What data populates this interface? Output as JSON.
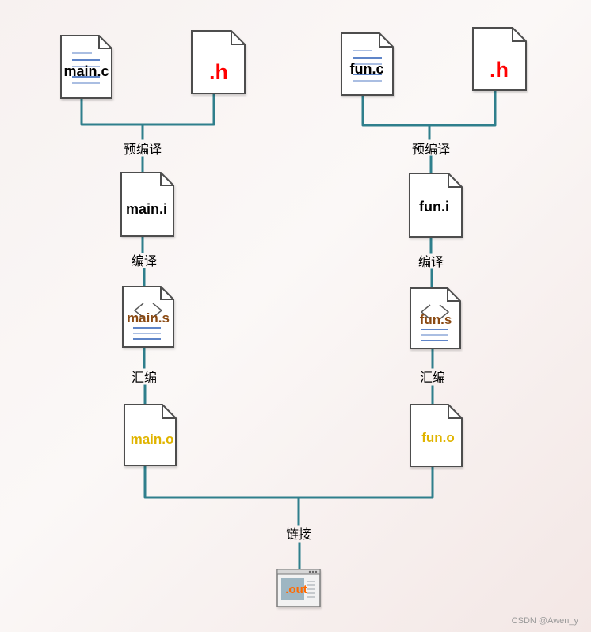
{
  "colors": {
    "connector": "#2f7f8c",
    "file_border": "#4d4d4d",
    "file_fill": "#ffffff",
    "text_dark": "#000000",
    "header_h": "#ff0000",
    "assembly_s": "#8a4a13",
    "object_o": "#e0b400",
    "exe_out": "#ff6a00"
  },
  "steps": {
    "preprocess": "预编译",
    "compile": "编译",
    "assemble": "汇编",
    "link": "链接"
  },
  "files": {
    "left_source": "main.c",
    "left_header": ".h",
    "left_preprocessed": "main.i",
    "left_assembly": "main.s",
    "left_object": "main.o",
    "right_source": "fun.c",
    "right_header": ".h",
    "right_preprocessed": "fun.i",
    "right_assembly": "fun.s",
    "right_object": "fun.o",
    "output": ".out"
  },
  "icons": {
    "source": "source-file-icon",
    "header": "header-file-icon",
    "preprocessed": "text-file-icon",
    "assembly": "code-file-icon",
    "object": "object-file-icon",
    "output": "executable-window-icon"
  },
  "watermark": "CSDN @Awen_y"
}
